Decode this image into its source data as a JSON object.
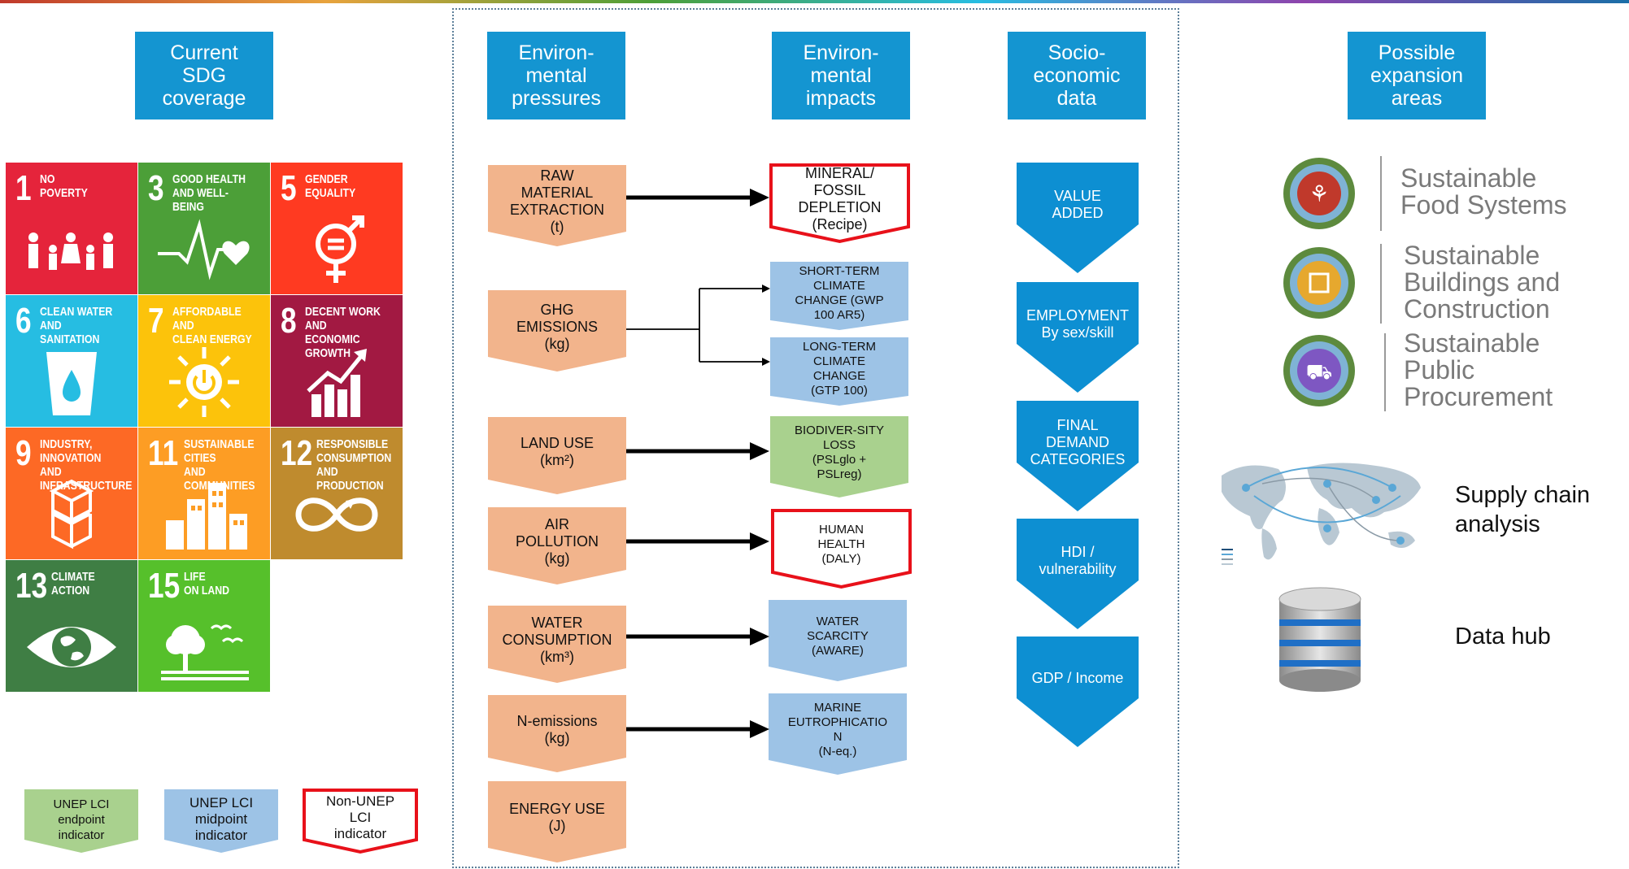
{
  "headers": {
    "sdg": "Current\nSDG\ncoverage",
    "pressures": "Environ-\nmental\npressures",
    "impacts": "Environ-\nmental\nimpacts",
    "socio": "Socio-\neconomic\ndata",
    "expansion": "Possible\nexpansion\nareas"
  },
  "sdg_tiles": [
    {
      "num": "1",
      "title": "NO\nPOVERTY",
      "color": "#e5243b",
      "icon": "family-icon"
    },
    {
      "num": "3",
      "title": "GOOD HEALTH\nAND WELL-BEING",
      "color": "#4c9f38",
      "icon": "heartbeat-icon"
    },
    {
      "num": "5",
      "title": "GENDER\nEQUALITY",
      "color": "#ff3a21",
      "icon": "gender-icon"
    },
    {
      "num": "6",
      "title": "CLEAN WATER\nAND SANITATION",
      "color": "#26bde2",
      "icon": "water-glass-icon"
    },
    {
      "num": "7",
      "title": "AFFORDABLE AND\nCLEAN ENERGY",
      "color": "#fcc30b",
      "icon": "sun-power-icon"
    },
    {
      "num": "8",
      "title": "DECENT WORK AND\nECONOMIC GROWTH",
      "color": "#a21942",
      "icon": "growth-chart-icon"
    },
    {
      "num": "9",
      "title": "INDUSTRY, INNOVATION\nAND INFRASTRUCTURE",
      "color": "#fd6925",
      "icon": "cubes-icon"
    },
    {
      "num": "11",
      "title": "SUSTAINABLE CITIES\nAND COMMUNITIES",
      "color": "#fd9d24",
      "icon": "city-icon"
    },
    {
      "num": "12",
      "title": "RESPONSIBLE\nCONSUMPTION\nAND PRODUCTION",
      "color": "#bf8b2e",
      "icon": "infinity-icon"
    },
    {
      "num": "13",
      "title": "CLIMATE\nACTION",
      "color": "#3f7e44",
      "icon": "eye-globe-icon"
    },
    {
      "num": "15",
      "title": "LIFE\nON LAND",
      "color": "#56c02b",
      "icon": "tree-birds-icon"
    }
  ],
  "pressures": [
    "RAW\nMATERIAL\nEXTRACTION\n(t)",
    "GHG\nEMISSIONS\n(kg)",
    "LAND USE\n(km²)",
    "AIR\nPOLLUTION\n(kg)",
    "WATER\nCONSUMPTION\n(km³)",
    "N-emissions\n(kg)",
    "ENERGY USE\n(J)"
  ],
  "impacts": [
    {
      "label": "MINERAL/\nFOSSIL\nDEPLETION\n(Recipe)",
      "kind": "non-unep"
    },
    {
      "label": "SHORT-TERM\nCLIMATE\nCHANGE (GWP\n100 AR5)",
      "kind": "midpoint"
    },
    {
      "label": "LONG-TERM\nCLIMATE\nCHANGE\n(GTP 100)",
      "kind": "midpoint"
    },
    {
      "label": "BIODIVER-SITY\nLOSS\n(PSLglo +\nPSLreg)",
      "kind": "endpoint"
    },
    {
      "label": "HUMAN\nHEALTH\n(DALY)",
      "kind": "non-unep"
    },
    {
      "label": "WATER\nSCARCITY\n(AWARE)",
      "kind": "midpoint"
    },
    {
      "label": "MARINE\nEUTROPHICATIO\nN\n(N-eq.)",
      "kind": "midpoint"
    }
  ],
  "socio": [
    "VALUE\nADDED",
    "EMPLOYMENT\nBy sex/skill",
    "FINAL\nDEMAND\nCATEGORIES",
    "HDI /\nvulnerability",
    "GDP / Income"
  ],
  "legend": {
    "endpoint": "UNEP LCI\nendpoint\nindicator",
    "midpoint": "UNEP LCI\nmidpoint\nindicator",
    "non_unep": "Non-UNEP\nLCI\nindicator"
  },
  "expansion": {
    "food": "Sustainable\nFood Systems",
    "buildings": "Sustainable\nBuildings and\nConstruction",
    "procurement": "Sustainable\nPublic\nProcurement",
    "supply_chain": "Supply chain\nanalysis",
    "data_hub": "Data hub"
  },
  "colors": {
    "header_blue": "#1495d1",
    "pressure_orange": "#f2b48c",
    "midpoint_blue": "#9dc3e6",
    "endpoint_green": "#a9d18e",
    "non_unep_red": "#e8111a",
    "socio_blue": "#0d8fd2"
  }
}
